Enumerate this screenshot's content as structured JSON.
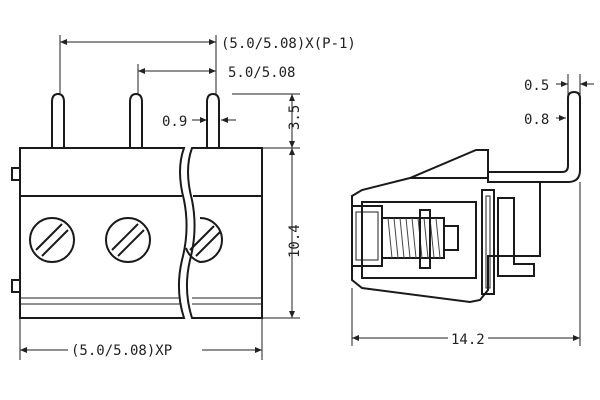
{
  "dimensions": {
    "pitch_total": "(5.0/5.08)X(P-1)",
    "pitch": "5.0/5.08",
    "pin_width": "0.9",
    "pin_height": "3.5",
    "body_height": "10.4",
    "overall_width": "(5.0/5.08)XP",
    "pin_offset_top": "0.5",
    "pin_offset_side": "0.8",
    "depth": "14.2"
  }
}
